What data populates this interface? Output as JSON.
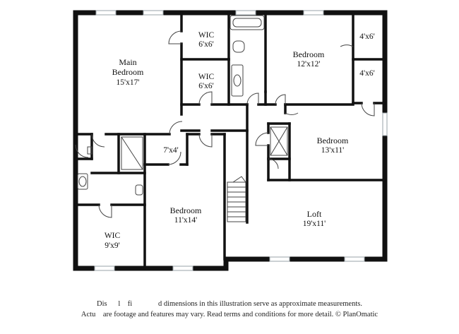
{
  "rooms": {
    "main_bedroom": {
      "name_line1": "Main",
      "name_line2": "Bedroom",
      "dim": "15'x17'"
    },
    "wic_upper": {
      "name": "WIC",
      "dim": "6'x6'"
    },
    "wic_middle": {
      "name": "WIC",
      "dim": "6'x6'"
    },
    "bedroom_top_right": {
      "name": "Bedroom",
      "dim": "12'x12'"
    },
    "closet_a": {
      "dim": "4'x6'"
    },
    "closet_b": {
      "dim": "4'x6'"
    },
    "bedroom_right": {
      "name": "Bedroom",
      "dim": "13'x11'"
    },
    "closet_small": {
      "dim": "7'x4'"
    },
    "bedroom_bottom": {
      "name": "Bedroom",
      "dim": "11'x14'"
    },
    "wic_bottom": {
      "name": "WIC",
      "dim": "9'x9'"
    },
    "loft": {
      "name": "Loft",
      "dim": "19'x11'"
    }
  },
  "disclaimer": {
    "line1": "Dis   l  fi       d dimensions in this illustration serve as approximate measurements.",
    "line2": "Actu  are footage and features may vary. Read terms and conditions for more detail. © PlanOmatic"
  },
  "colors": {
    "wall": "#111111",
    "window": "#9aa3a8",
    "fixture": "#444444"
  }
}
